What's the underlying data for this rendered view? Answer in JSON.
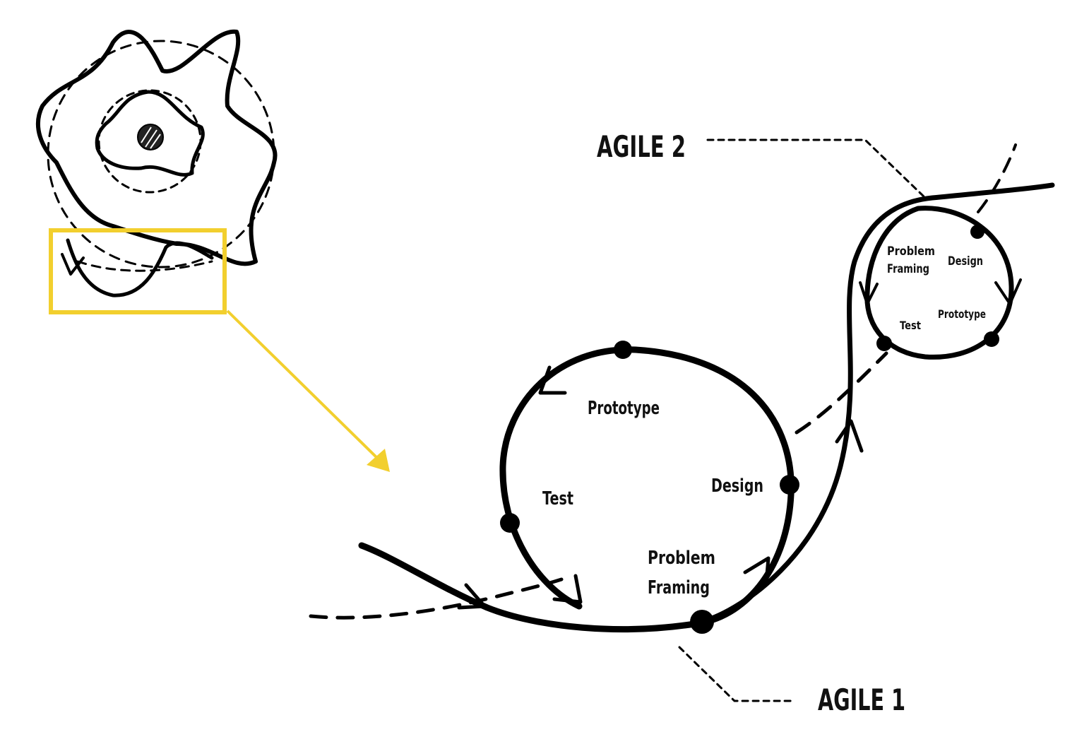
{
  "labels": {
    "agile1": "AGILE 1",
    "agile2": "AGILE 2"
  },
  "loop1": {
    "prototype": "Prototype",
    "test": "Test",
    "design": "Design",
    "problem_line1": "Problem",
    "problem_line2": "Framing"
  },
  "loop2": {
    "problem_line1": "Problem",
    "problem_line2": "Framing",
    "design": "Design",
    "prototype": "Prototype",
    "test": "Test"
  },
  "colors": {
    "ink": "#000000",
    "highlight": "#f2cf2e"
  },
  "icons": {
    "zoom_arrow": "yellow-arrow",
    "focus_box": "yellow-rectangle"
  }
}
